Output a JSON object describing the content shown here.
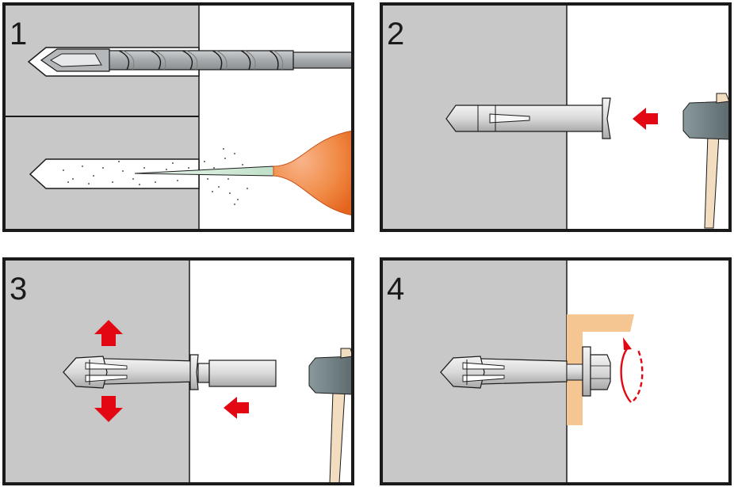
{
  "panels": [
    {
      "number": "1"
    },
    {
      "number": "2"
    },
    {
      "number": "3"
    },
    {
      "number": "4"
    }
  ],
  "colors": {
    "wall": "#c8c8c8",
    "frame": "#1a1a1a",
    "metal": "#d4d4d4",
    "drill": "#a9adaf",
    "arrow": "#e30613",
    "hammer_head": "#6e7d80",
    "handle": "#f2ddc0",
    "bracket": "#f5c592",
    "blower": "#f07a2a",
    "nozzle": "#cfe8d6"
  },
  "icons": {
    "drill": "drill-bit-icon",
    "blower": "blow-out-pump-icon",
    "hammer": "hammer-icon",
    "arrow_in": "arrow-left-icon",
    "arrow_expand": "arrow-up-down-icon",
    "torque": "rotate-arrow-icon"
  }
}
